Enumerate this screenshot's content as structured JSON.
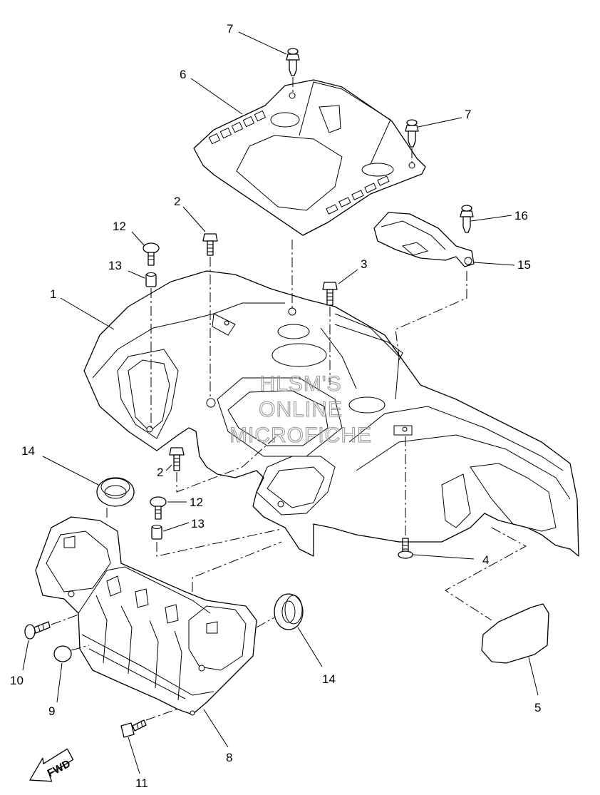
{
  "diagram": {
    "callouts": {
      "c1": "1",
      "c2a": "2",
      "c2b": "2",
      "c3": "3",
      "c4": "4",
      "c5": "5",
      "c6": "6",
      "c7a": "7",
      "c7b": "7",
      "c8": "8",
      "c9": "9",
      "c10": "10",
      "c11": "11",
      "c12a": "12",
      "c12b": "12",
      "c13a": "13",
      "c13b": "13",
      "c14a": "14",
      "c14b": "14",
      "c15": "15",
      "c16": "16"
    },
    "watermark": {
      "line1": "HLSM'S",
      "line2": "ONLINE",
      "line3": "MICROFICHE"
    },
    "fwd_label": "FWD"
  }
}
